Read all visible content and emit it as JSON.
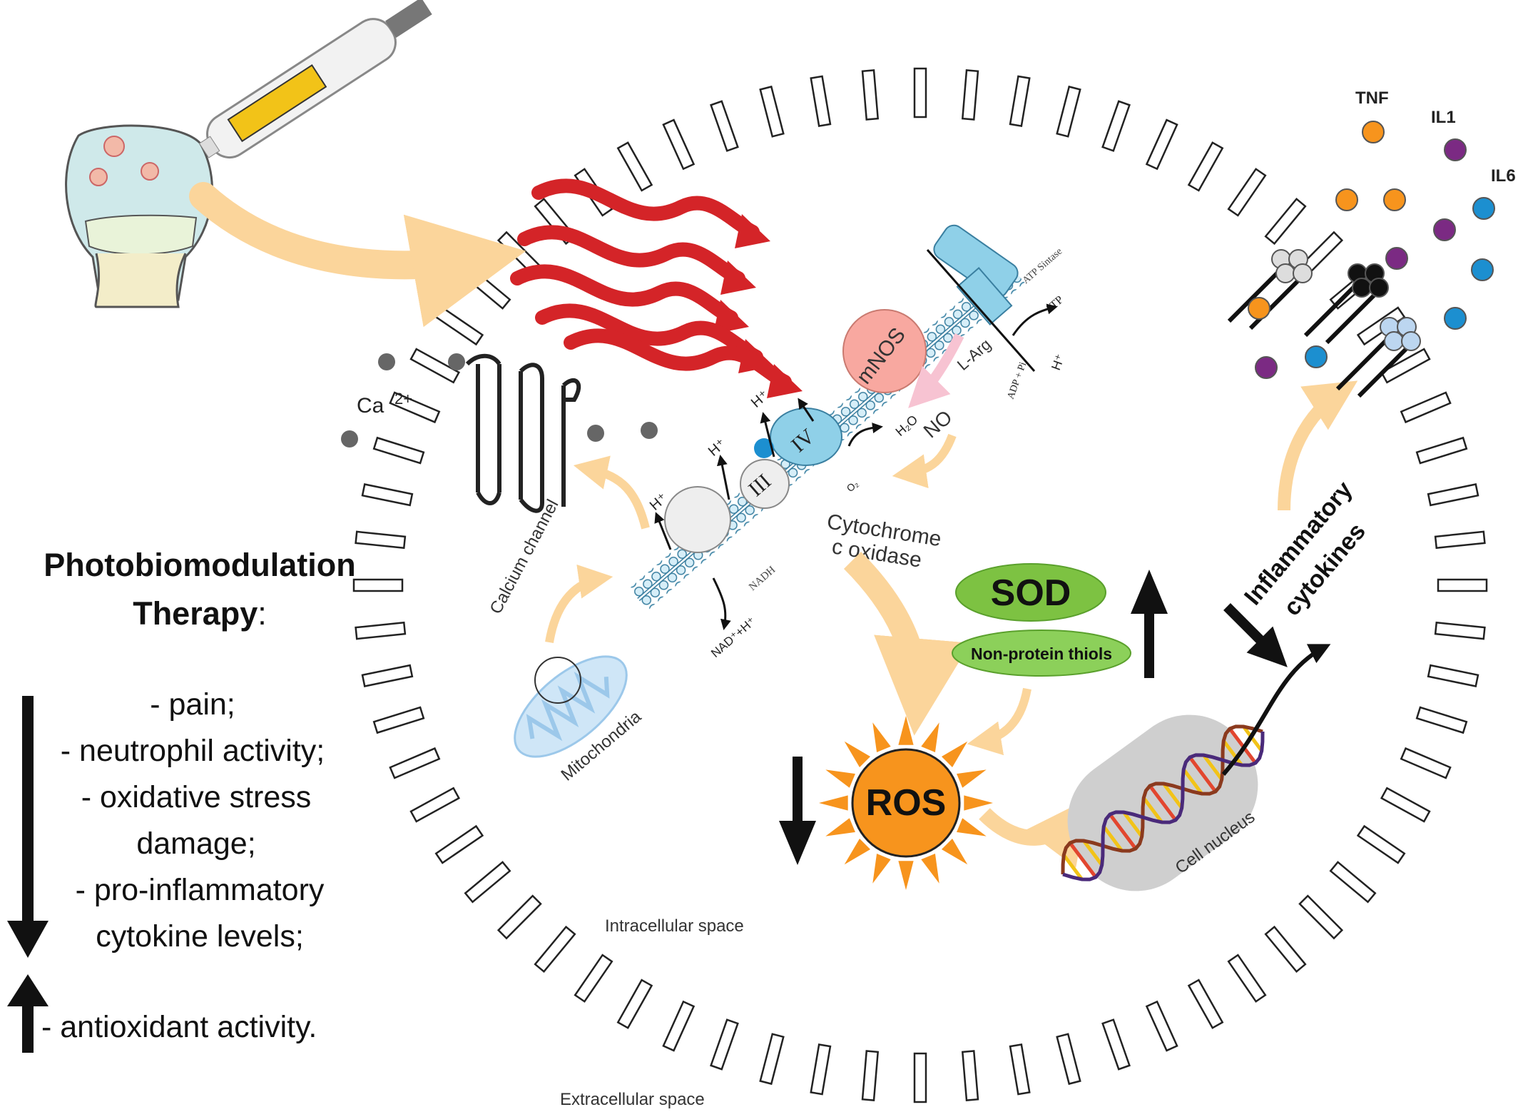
{
  "panel": {
    "title_line1": "Photobiomodulation",
    "title_line2": "Therapy",
    "title_colon": ":",
    "decrease_items": [
      "- pain;",
      "- neutrophil activity;",
      "- oxidative stress damage;",
      "- pro-inflammatory cytokine levels;"
    ],
    "increase_item": "- antioxidant activity.",
    "decrease_icon": "down-arrow-icon",
    "increase_icon": "up-arrow-icon"
  },
  "labels": {
    "calcium": "Ca",
    "calcium_charge": "2+",
    "calcium_channel": "Calcium channel",
    "mitochondria": "Mitochondria",
    "cytochrome_line1": "Cytochrome",
    "cytochrome_line2": "c oxidase",
    "complex_iii": "III",
    "complex_iv": "IV",
    "mnos": "mNOS",
    "no": "NO",
    "l_arg": "L-Arg",
    "atp_synthase": "ATP Sintase",
    "atp": "ATP",
    "adp": "ADP + Pi",
    "h2o": "H₂O",
    "o2": "O₂",
    "nadh": "NADH",
    "nad": "NAD⁺+H⁺",
    "h_plus": "H⁺",
    "sod": "SOD",
    "thiols": "Non-protein thiols",
    "ros": "ROS",
    "nucleus": "Cell nucleus",
    "cytokines_line1": "Inflammatory",
    "cytokines_line2": "cytokines",
    "tnf": "TNF",
    "il1": "IL1",
    "il6": "IL6",
    "intracellular": "Intracellular space",
    "extracellular": "Extracellular space"
  },
  "colors": {
    "red_light": "#d42428",
    "flow_arrow": "#fbd59b",
    "ros": "#f7941d",
    "sod": "#7dc242",
    "tnf": "#f7941d",
    "il1": "#7b2a83",
    "il6": "#1c8fd0",
    "complex": "#8fd0e8",
    "mnos": "#f8a8a0"
  }
}
